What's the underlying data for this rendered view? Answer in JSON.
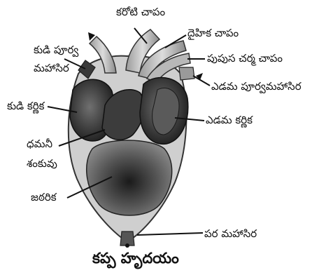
{
  "labels": {
    "carotid_arch": "కరోటి చాపం",
    "systemic_arch": "దైహిక చాపం",
    "pulmocutaneous_arch": "పుపుస చర్మ చాపం",
    "right_precaval_line1": "కుడి పూర్వ",
    "right_precaval_line2": "మహాసిర",
    "left_precaval": "ఎడమ పూర్వమహాసిర",
    "right_auricle": "కుడి కర్ణిక",
    "left_auricle": "ఎడమ కర్ణిక",
    "truncus_line1": "ధమనీ",
    "truncus_line2": "శంకువు",
    "ventricle": "జఠరిక",
    "postcaval": "పర మహాసిర"
  },
  "caption": "కప్ప హృదయం",
  "colors": {
    "ventricle_fill": "#c9c9c9",
    "dark_chamber": "#2b2b2b",
    "mid_chamber": "#6e6e6e",
    "leader_line": "#111111"
  }
}
